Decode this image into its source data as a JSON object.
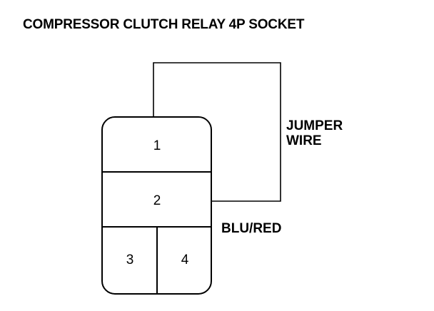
{
  "diagram": {
    "title": "COMPRESSOR CLUTCH RELAY 4P SOCKET",
    "pins": {
      "pin1": "1",
      "pin2": "2",
      "pin3": "3",
      "pin4": "4"
    },
    "labels": {
      "jumper_line1": "JUMPER",
      "jumper_line2": "WIRE",
      "wire_color": "BLU/RED"
    },
    "colors": {
      "ink": "#000000",
      "background": "#ffffff"
    }
  }
}
